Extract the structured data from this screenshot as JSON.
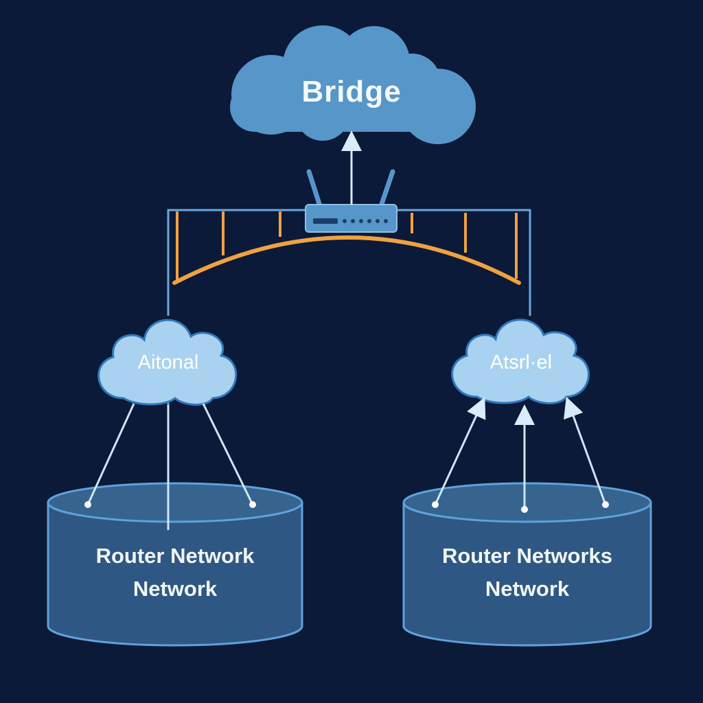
{
  "diagram": {
    "top_cloud": {
      "label": "Bridge"
    },
    "router": {
      "icon": "router-icon"
    },
    "bridge_span": {
      "icon": "bridge-icon"
    },
    "left_cloud": {
      "label": "Aitonal"
    },
    "right_cloud": {
      "label": "Atsrl·el"
    },
    "left_database": {
      "line1": "Router Network",
      "line2": "Network"
    },
    "right_database": {
      "line1": "Router Networks",
      "line2": "Network"
    }
  },
  "colors": {
    "background": "#0b1a38",
    "top_cloud_fill": "#5796c9",
    "side_cloud_fill": "#a9d2f0",
    "cloud_outline": "#2f78bd",
    "bridge_arch": "#f0a240",
    "frame_line": "#6aa7de",
    "database_fill": "#2f5783",
    "database_outline": "#5fa3dd",
    "arrow": "#cfe6fa"
  }
}
